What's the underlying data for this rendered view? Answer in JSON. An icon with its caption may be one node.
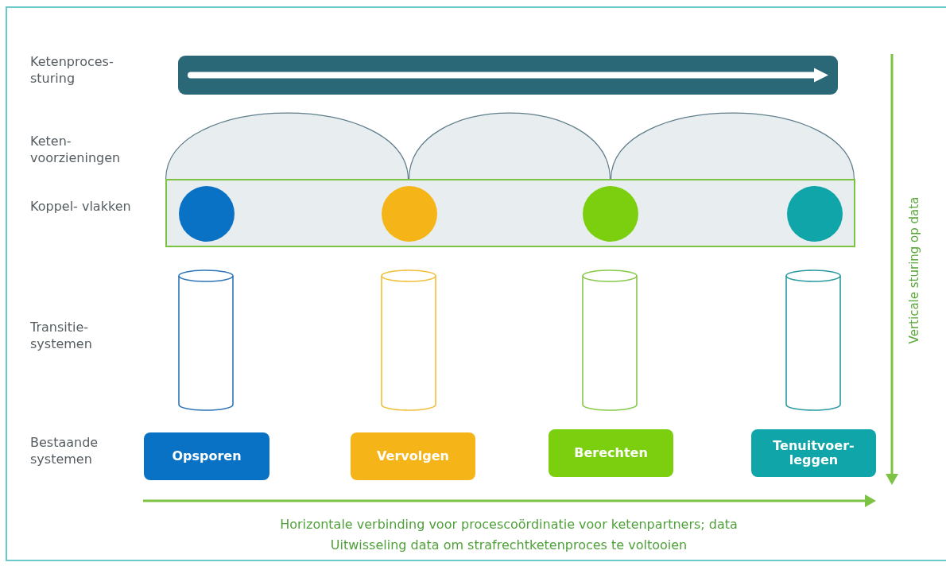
{
  "diagram": {
    "nodes": [
      {
        "text": [],
        "shape": "bar"
      },
      {
        "text": [],
        "shape": "arch"
      },
      {
        "text": [],
        "shape": "arch"
      },
      {
        "text": [],
        "shape": "arch"
      },
      {
        "text": [],
        "shape": "box"
      },
      {
        "text": [],
        "shape": "circle",
        "in": 4
      },
      {
        "text": [],
        "shape": "circle",
        "in": 4
      },
      {
        "text": [],
        "shape": "circle",
        "in": 4
      },
      {
        "text": [],
        "shape": "circle",
        "in": 4
      },
      {
        "text": [],
        "shape": "cylinder"
      },
      {
        "text": [],
        "shape": "cylinder"
      },
      {
        "text": [],
        "shape": "cylinder"
      },
      {
        "text": [],
        "shape": "cylinder"
      },
      {
        "text": [
          "Opsporen"
        ]
      },
      {
        "text": [
          "Vervolgen"
        ]
      },
      {
        "text": [
          "Berechten"
        ]
      },
      {
        "text": [
          "Tenuitvoer- leggen"
        ]
      }
    ],
    "labels": [
      "Ketenproces- sturing",
      "Keten- voorzieningen",
      "Koppel- vlakken",
      "Transitie- systemen",
      "Bestaande systemen",
      "Verticale sturing op data",
      "Horizontale verbinding voor procescoördinatie voor ketenpartners; data",
      "Uitwisseling data om strafrechtketenproces te voltooien"
    ]
  }
}
